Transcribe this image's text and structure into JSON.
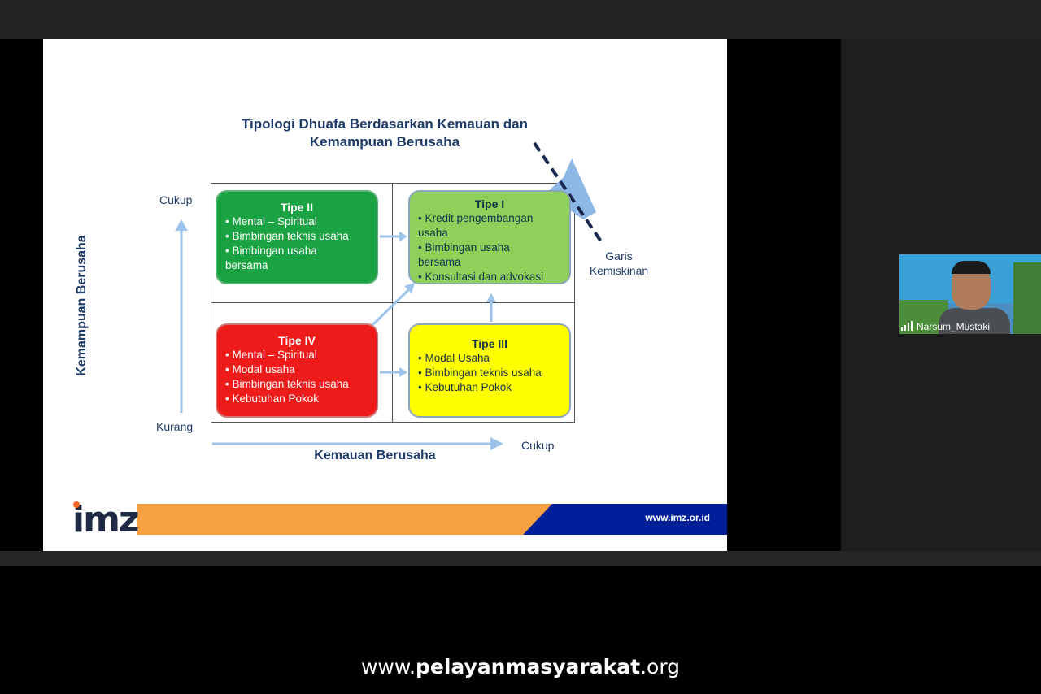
{
  "slide": {
    "title_line1": "Tipologi Dhuafa Berdasarkan Kemauan dan",
    "title_line2": "Kemampuan Berusaha",
    "y_axis_title": "Kemampuan Berusaha",
    "y_axis_top": "Cukup",
    "y_axis_bottom": "Kurang",
    "x_axis_title": "Kemauan Berusaha",
    "x_axis_end": "Cukup",
    "poverty_line_1": "Garis",
    "poverty_line_2": "Kemiskinan",
    "quadrants": {
      "tipe_ii": {
        "title": "Tipe II",
        "items": [
          "• Mental – Spiritual",
          "• Bimbingan teknis usaha",
          "• Bimbingan usaha",
          "bersama"
        ]
      },
      "tipe_i": {
        "title": "Tipe I",
        "items": [
          "• Kredit pengembangan",
          "usaha",
          "• Bimbingan usaha",
          "bersama",
          "• Konsultasi dan advokasi"
        ]
      },
      "tipe_iv": {
        "title": "Tipe IV",
        "items": [
          "• Mental – Spiritual",
          "• Modal usaha",
          "• Bimbingan teknis usaha",
          "• Kebutuhan Pokok"
        ]
      },
      "tipe_iii": {
        "title": "Tipe III",
        "items": [
          "• Modal Usaha",
          "• Bimbingan teknis usaha",
          "• Kebutuhan Pokok"
        ]
      }
    },
    "logo": "imz",
    "footer_url": "www.imz.or.id",
    "colors": {
      "tipe_ii": "#1aa243",
      "tipe_i": "#8ed05a",
      "tipe_iv": "#ee1b1b",
      "tipe_iii": "#ffff00",
      "accent_orange": "#f7a042",
      "accent_blue": "#001f9a"
    }
  },
  "participant": {
    "name": "Narsum_Mustaki",
    "signal_icon": "signal-bars-icon"
  },
  "watermark": {
    "prefix": "www.",
    "brand": "pelayanmasyarakat",
    "suffix": ".org"
  }
}
